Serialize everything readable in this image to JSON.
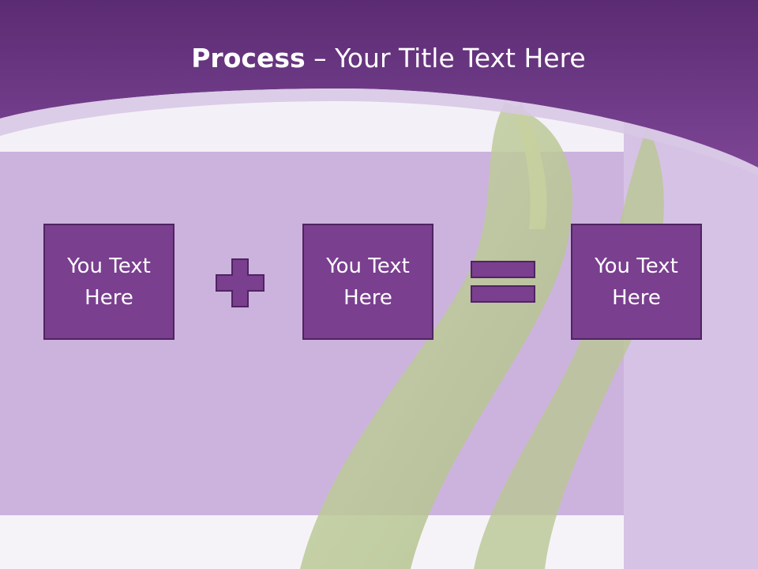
{
  "slide": {
    "title_bold": "Process",
    "title_sep": " – ",
    "title_rest": "Your Title Text Here"
  },
  "process": {
    "steps": [
      {
        "text": "You Text Here"
      },
      {
        "text": "You Text Here"
      },
      {
        "text": "You Text Here"
      }
    ],
    "operators": [
      "plus-icon",
      "equals-icon"
    ]
  },
  "colors": {
    "header": "#6c3484",
    "box_fill": "#7a3f8f",
    "box_border": "#4f2462",
    "text": "#ffffff"
  }
}
